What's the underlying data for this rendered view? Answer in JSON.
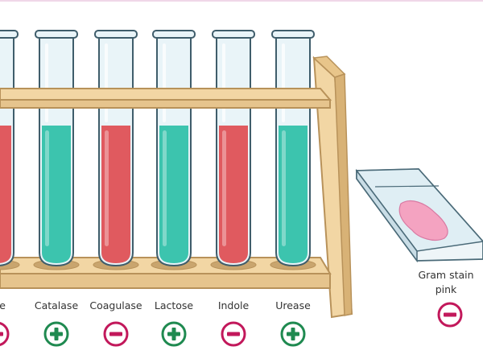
{
  "colors": {
    "positive": "#1f8a50",
    "negative": "#c2185b",
    "teal_liquid": "#3cc4ae",
    "red_liquid": "#e05a5f",
    "wood": "#f2d6a4",
    "wood_edge": "#b8925a",
    "slide_smear": "#f4a3c1"
  },
  "tests": [
    {
      "label": "ase",
      "result": "negative",
      "liquid": "red",
      "icon": "minus-circle-icon"
    },
    {
      "label": "Catalase",
      "result": "positive",
      "liquid": "teal",
      "icon": "plus-circle-icon"
    },
    {
      "label": "Coagulase",
      "result": "negative",
      "liquid": "red",
      "icon": "minus-circle-icon"
    },
    {
      "label": "Lactose",
      "result": "positive",
      "liquid": "teal",
      "icon": "plus-circle-icon"
    },
    {
      "label": "Indole",
      "result": "negative",
      "liquid": "red",
      "icon": "minus-circle-icon"
    },
    {
      "label": "Urease",
      "result": "positive",
      "liquid": "teal",
      "icon": "plus-circle-icon"
    }
  ],
  "gram_stain": {
    "label_line1": "Gram stain",
    "label_line2": "pink",
    "result": "negative",
    "icon": "minus-circle-icon"
  }
}
